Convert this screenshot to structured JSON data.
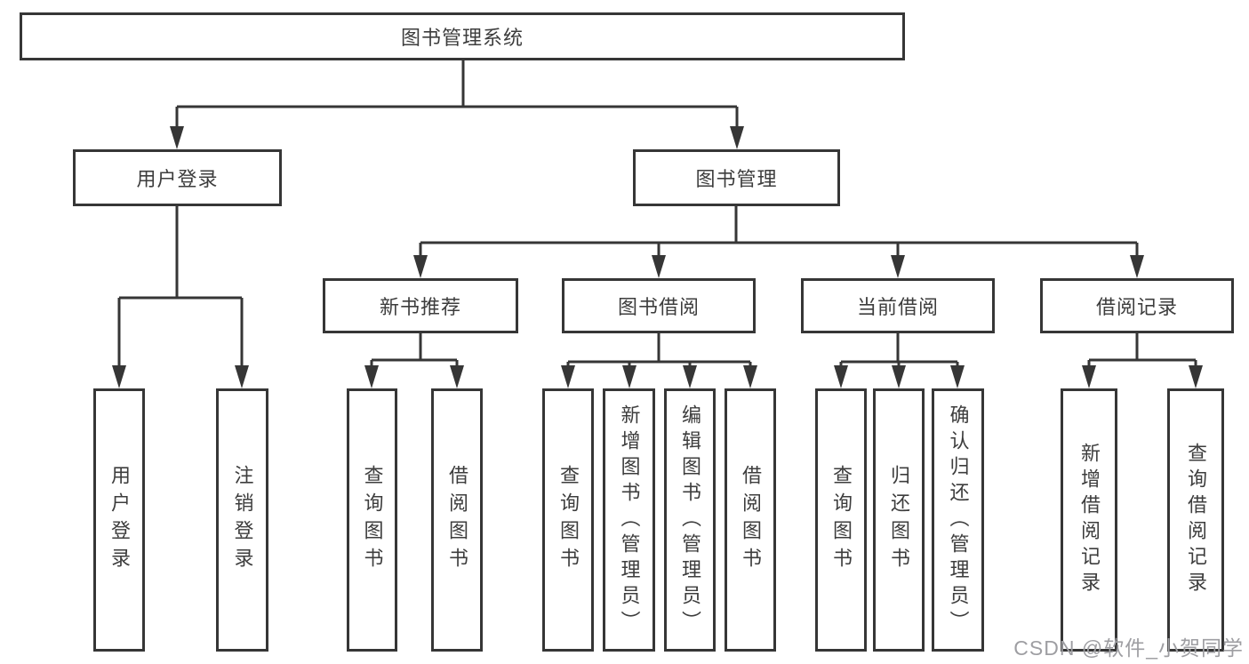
{
  "diagram": {
    "root": {
      "label": "图书管理系统"
    },
    "level2": {
      "user_login": {
        "label": "用户登录"
      },
      "book_management": {
        "label": "图书管理"
      }
    },
    "level3": {
      "new_book_recommend": {
        "label": "新书推荐"
      },
      "book_borrow": {
        "label": "图书借阅"
      },
      "current_borrow": {
        "label": "当前借阅"
      },
      "borrow_records": {
        "label": "借阅记录"
      }
    },
    "leaves": {
      "user_login_children": [
        {
          "label": "用户登录"
        },
        {
          "label": "注销登录"
        }
      ],
      "new_book_children": [
        {
          "label": "查询图书"
        },
        {
          "label": "借阅图书"
        }
      ],
      "book_borrow_children": [
        {
          "label": "查询图书"
        },
        {
          "label": "新增图书（管理员）"
        },
        {
          "label": "编辑图书（管理员）"
        },
        {
          "label": "借阅图书"
        }
      ],
      "current_borrow_children": [
        {
          "label": "查询图书"
        },
        {
          "label": "归还图书"
        },
        {
          "label": "确认归还（管理员）"
        }
      ],
      "borrow_records_children": [
        {
          "label": "新增借阅记录"
        },
        {
          "label": "查询借阅记录"
        }
      ]
    }
  },
  "watermark": {
    "text": "CSDN @软件_小贺同学"
  },
  "colors": {
    "line": "#363636",
    "text": "#3d3d3d",
    "watermark": "#9e9ea2",
    "background": "#ffffff"
  }
}
